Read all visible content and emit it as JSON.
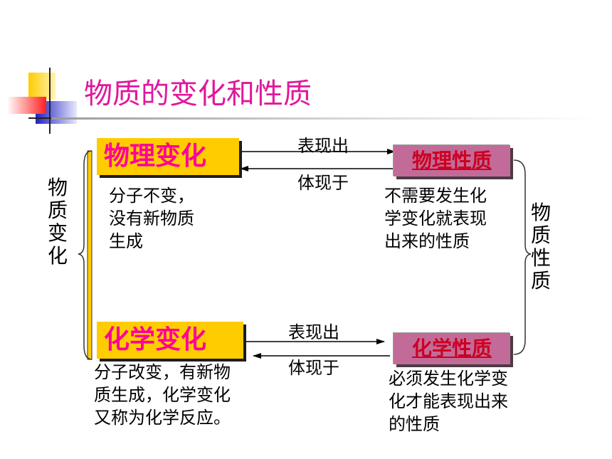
{
  "title": "物质的变化和性质",
  "left_group": {
    "label": "物质变化"
  },
  "right_group": {
    "label": "物质性质"
  },
  "physical_change": {
    "label": "物理变化",
    "description": [
      "分子不变，",
      "没有新物质",
      "生成"
    ]
  },
  "chemical_change": {
    "label": "化学变化",
    "description": [
      "分子改变，有新物",
      "质生成，化学变化",
      "又称为化学反应。"
    ]
  },
  "physical_property": {
    "label": "物理性质",
    "description": [
      "不需要发生化",
      "学变化就表现",
      "出来的性质"
    ]
  },
  "chemical_property": {
    "label": "化学性质",
    "description": [
      "必须发生化学变",
      "化才能表现出来",
      "的性质"
    ]
  },
  "arrows": {
    "top_forward": "表现出",
    "top_back": "体现于",
    "bottom_forward": "表现出",
    "bottom_back": "体现于"
  },
  "colors": {
    "title": "#e0189b",
    "change_box": "#ffcc00",
    "change_text": "#ff0099",
    "property_box": "#c36b98",
    "property_text": "#cc0022"
  }
}
